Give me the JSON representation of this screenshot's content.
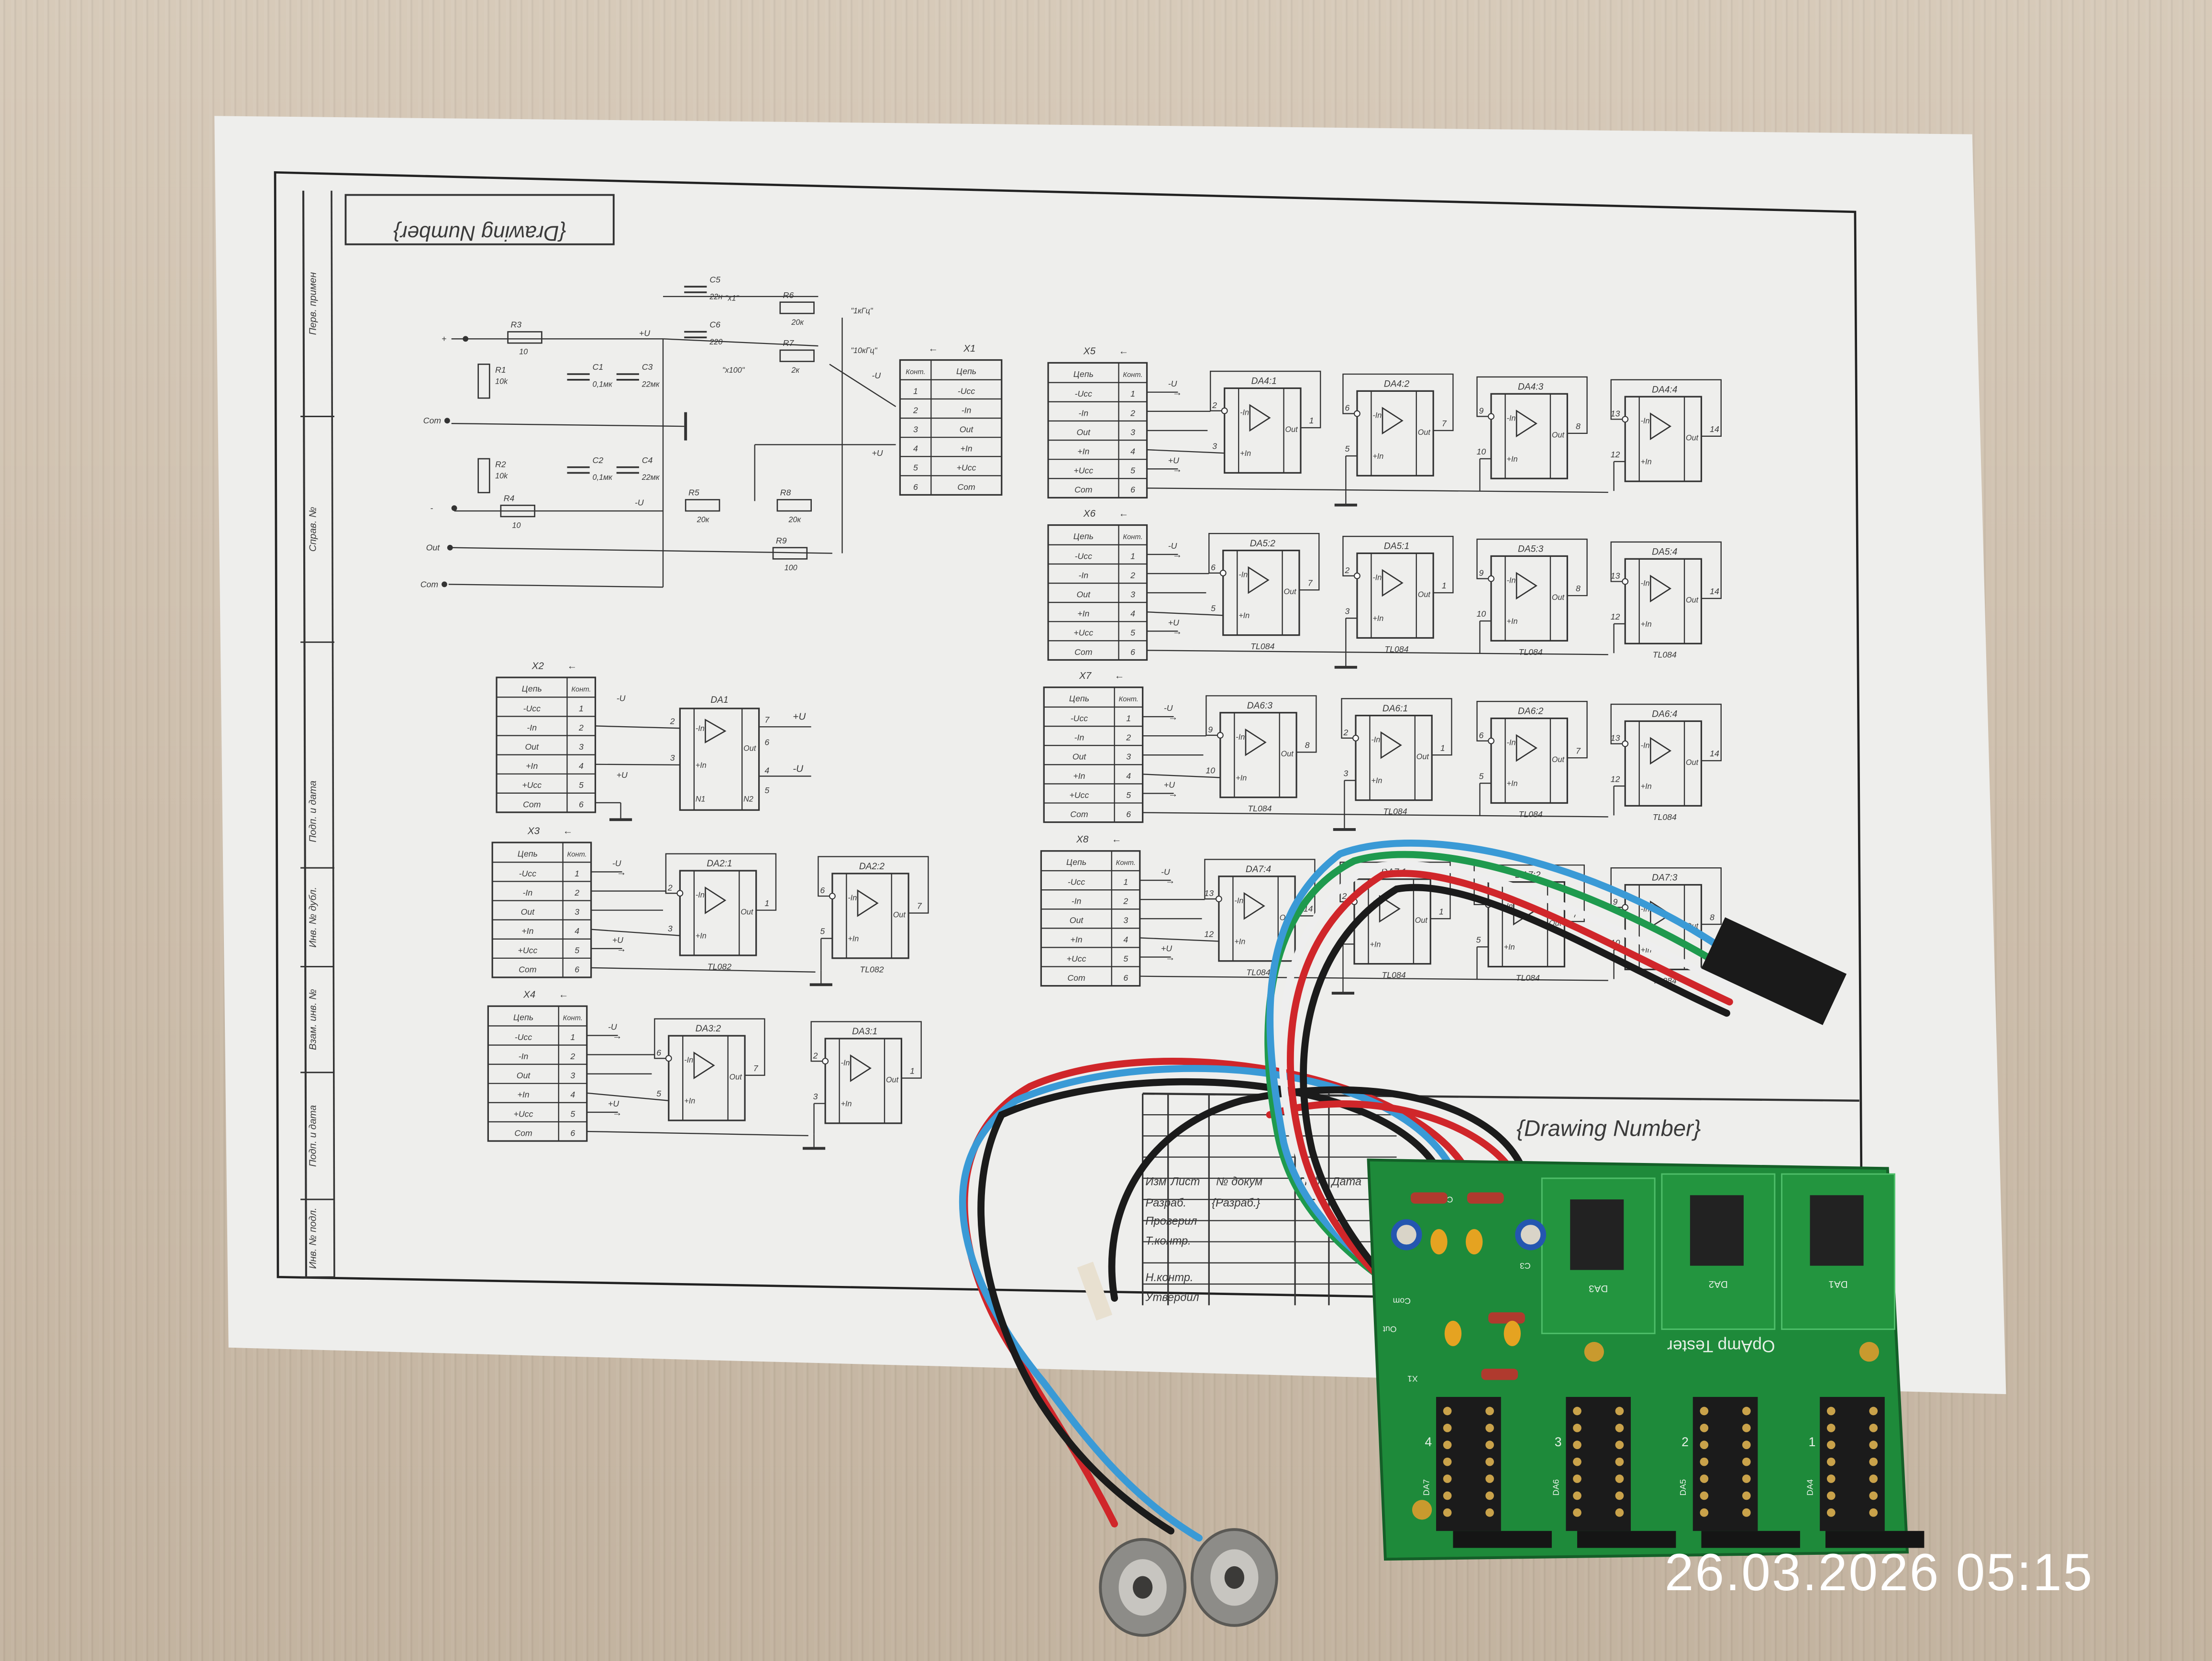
{
  "timestamp": "26.03.2026 05:15",
  "drawing": {
    "title_mirrored": "{Drawing Number}",
    "title": "{Drawing Number}",
    "side_stamp": [
      "Перв. примен",
      "Справ. №",
      "Подп. и дата",
      "Инв. № дубл.",
      "Взам. инв. №",
      "Подп. и дата",
      "Инв. № подл."
    ],
    "title_block": {
      "headers": [
        "Изм",
        "Лист",
        "№ докум",
        "Подп.",
        "Дата"
      ],
      "rows": [
        "Разраб.",
        "Проверил",
        "Т.контр.",
        "Н.контр.",
        "Утвердил"
      ],
      "developer": "{Разраб.}"
    }
  },
  "power_circuit": {
    "components": [
      {
        "ref": "R3",
        "value": "10"
      },
      {
        "ref": "R1",
        "value": "10k"
      },
      {
        "ref": "R2",
        "value": "10k"
      },
      {
        "ref": "R4",
        "value": "10"
      },
      {
        "ref": "C1",
        "value": "0,1мк"
      },
      {
        "ref": "C2",
        "value": "0,1мк"
      },
      {
        "ref": "C3",
        "value": "22мк"
      },
      {
        "ref": "C4",
        "value": "22мк"
      },
      {
        "ref": "C5",
        "value": "22н"
      },
      {
        "ref": "C6",
        "value": "220"
      },
      {
        "ref": "R6",
        "value": "20к"
      },
      {
        "ref": "R7",
        "value": "2к"
      },
      {
        "ref": "R5",
        "value": "20к"
      },
      {
        "ref": "R8",
        "value": "20к"
      },
      {
        "ref": "R9",
        "value": "100"
      }
    ],
    "terminals": [
      "+",
      "Com",
      "-",
      "Out",
      "Com"
    ],
    "switch_labels": [
      "\"x1\"",
      "\"x100\"",
      "\"1кГц\"",
      "\"10кГц\""
    ],
    "rails": {
      "pos": "+U",
      "neg": "-U"
    }
  },
  "connector_headers": {
    "net": "Цепь",
    "pin": "Конт."
  },
  "connector_rows": [
    {
      "net": "-Ucc",
      "pin": "1"
    },
    {
      "net": "-In",
      "pin": "2"
    },
    {
      "net": "Out",
      "pin": "3"
    },
    {
      "net": "+In",
      "pin": "4"
    },
    {
      "net": "+Ucc",
      "pin": "5"
    },
    {
      "net": "Com",
      "pin": "6"
    }
  ],
  "opamp_pins": {
    "inv": "-In",
    "noninv": "+In",
    "out": "Out"
  },
  "connectors": [
    "X1",
    "X2",
    "X3",
    "X4",
    "X5",
    "X6",
    "X7",
    "X8"
  ],
  "blocks": [
    {
      "connector": "X5",
      "units": [
        {
          "ref": "DA4:1",
          "pins": [
            "2",
            "3",
            "1"
          ],
          "part": ""
        },
        {
          "ref": "DA4:2",
          "pins": [
            "6",
            "5",
            "7"
          ],
          "part": ""
        },
        {
          "ref": "DA4:3",
          "pins": [
            "9",
            "10",
            "8"
          ],
          "part": ""
        },
        {
          "ref": "DA4:4",
          "pins": [
            "13",
            "12",
            "14"
          ],
          "part": ""
        }
      ]
    },
    {
      "connector": "X6",
      "units": [
        {
          "ref": "DA5:2",
          "pins": [
            "6",
            "5",
            "7"
          ],
          "part": "TL084"
        },
        {
          "ref": "DA5:1",
          "pins": [
            "2",
            "3",
            "1"
          ],
          "part": "TL084"
        },
        {
          "ref": "DA5:3",
          "pins": [
            "9",
            "10",
            "8"
          ],
          "part": "TL084"
        },
        {
          "ref": "DA5:4",
          "pins": [
            "13",
            "12",
            "14"
          ],
          "part": "TL084"
        }
      ]
    },
    {
      "connector": "X7",
      "units": [
        {
          "ref": "DA6:3",
          "pins": [
            "9",
            "10",
            "8"
          ],
          "part": "TL084"
        },
        {
          "ref": "DA6:1",
          "pins": [
            "2",
            "3",
            "1"
          ],
          "part": "TL084"
        },
        {
          "ref": "DA6:2",
          "pins": [
            "6",
            "5",
            "7"
          ],
          "part": "TL084"
        },
        {
          "ref": "DA6:4",
          "pins": [
            "13",
            "12",
            "14"
          ],
          "part": "TL084"
        }
      ]
    },
    {
      "connector": "X8",
      "units": [
        {
          "ref": "DA7:4",
          "pins": [
            "13",
            "12",
            "14"
          ],
          "part": "TL084"
        },
        {
          "ref": "DA7:1",
          "pins": [
            "2",
            "3",
            "1"
          ],
          "part": "TL084"
        },
        {
          "ref": "DA7:2",
          "pins": [
            "6",
            "5",
            "7"
          ],
          "part": "TL084"
        },
        {
          "ref": "DA7:3",
          "pins": [
            "9",
            "10",
            "8"
          ],
          "part": "TL084"
        }
      ]
    },
    {
      "connector": "X3",
      "units": [
        {
          "ref": "DA2:1",
          "pins": [
            "2",
            "3",
            "1"
          ],
          "part": "TL082"
        },
        {
          "ref": "DA2:2",
          "pins": [
            "6",
            "5",
            "7"
          ],
          "part": "TL082"
        }
      ]
    },
    {
      "connector": "X4",
      "units": [
        {
          "ref": "DA3:2",
          "pins": [
            "6",
            "5",
            "7"
          ],
          "part": ""
        },
        {
          "ref": "DA3:1",
          "pins": [
            "2",
            "3",
            "1"
          ],
          "part": ""
        }
      ]
    }
  ],
  "single": {
    "connector": "X2",
    "ref": "DA1",
    "pins": [
      "2",
      "3",
      "7",
      "6",
      "4",
      "5"
    ],
    "aux": [
      "+U",
      "-U",
      "N1",
      "N2"
    ]
  },
  "pcb": {
    "title": "OpAmp Tester",
    "top_sockets": [
      "DA3",
      "DA2",
      "DA1"
    ],
    "bottom_sockets": [
      "DA7",
      "DA6",
      "DA5",
      "DA4"
    ],
    "bottom_numbers": [
      "4",
      "3",
      "2",
      "1"
    ],
    "labels": [
      "X1",
      "Com",
      "Out",
      "Com",
      "C3"
    ]
  },
  "colors": {
    "pcb": "#1e8a3a",
    "wire_red": "#d0262a",
    "wire_blue": "#3a9ad6",
    "wire_green": "#1f9a4e",
    "wire_black": "#1b1b1b",
    "wire_white": "#eeeeee"
  }
}
